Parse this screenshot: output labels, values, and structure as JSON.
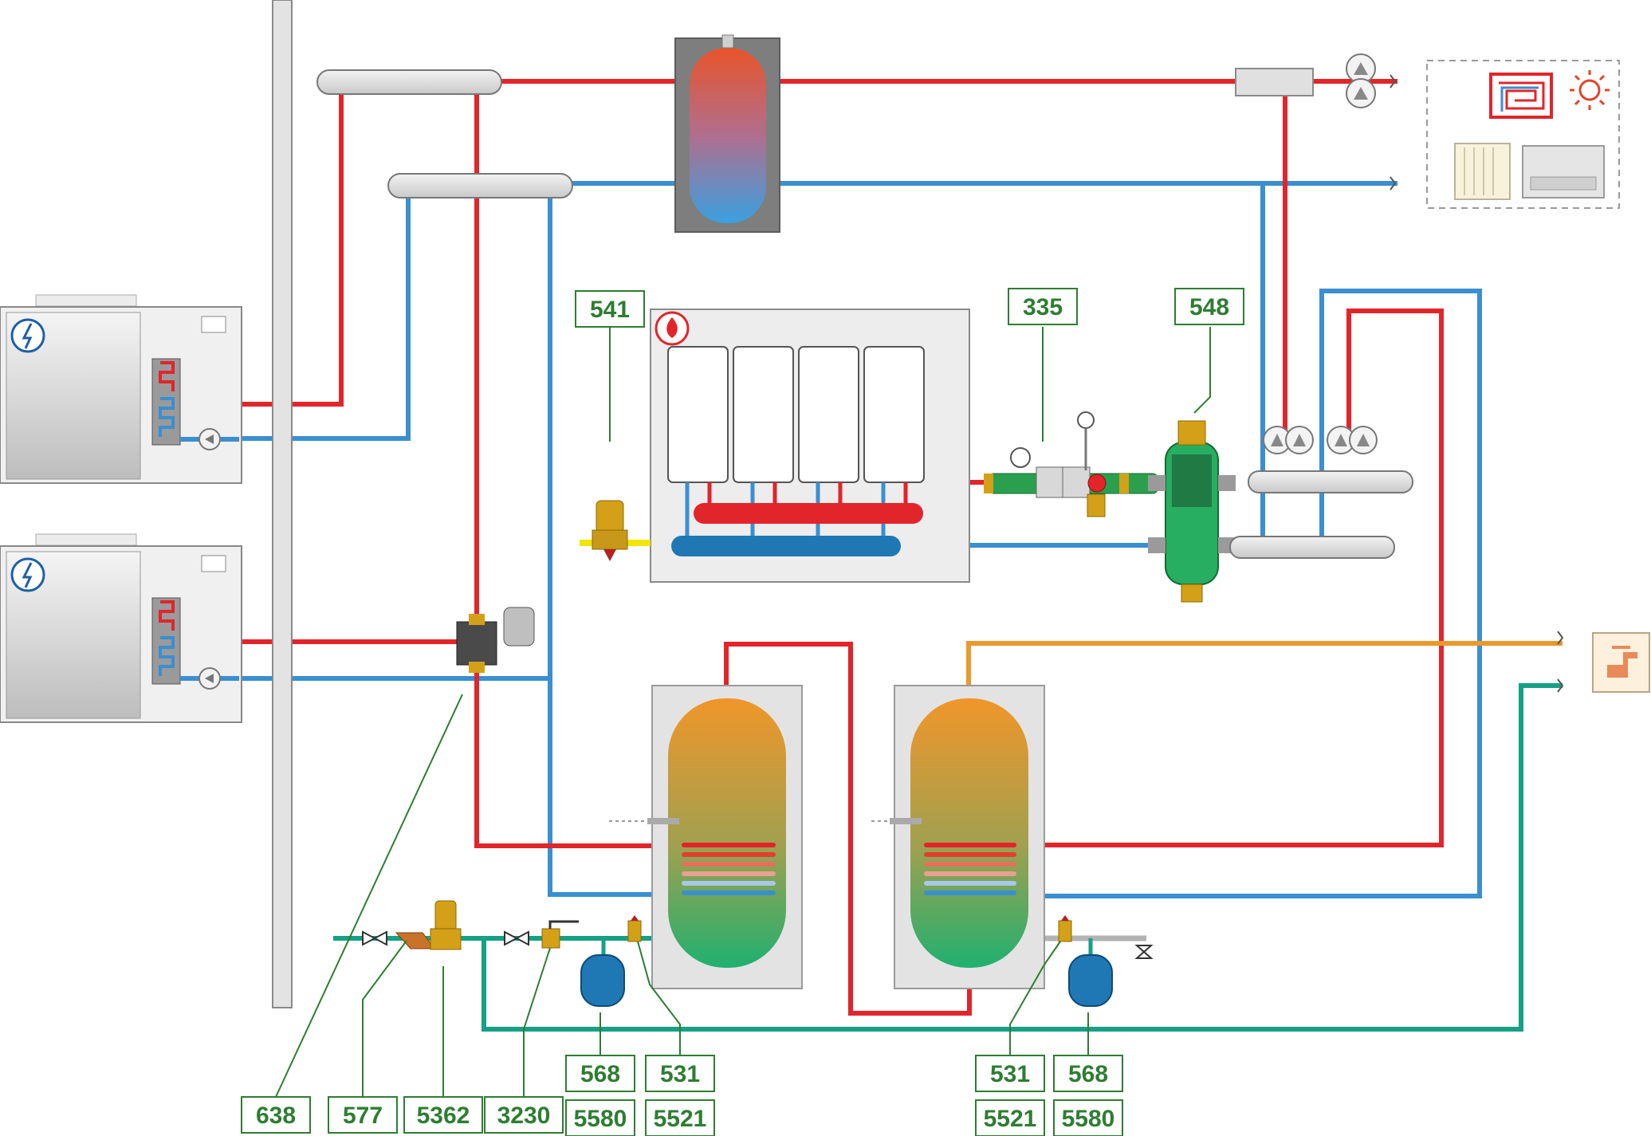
{
  "labels": {
    "valve_541": "541",
    "valve_335": "335",
    "separator_548": "548",
    "pump_group_638": "638",
    "filter_577": "577",
    "reducer_5362": "5362",
    "valve_3230": "3230",
    "exp_vessel_568_a": "568",
    "exp_vessel_5580_a": "5580",
    "safety_531_a": "531",
    "safety_5521_a": "5521",
    "safety_531_b": "531",
    "safety_5521_b": "5521",
    "exp_vessel_568_b": "568",
    "exp_vessel_5580_b": "5580"
  },
  "colors": {
    "flow": "#e1252b",
    "return": "#3a8fd0",
    "cold_water": "#16a085",
    "hot_water": "#e89a2c",
    "label_border": "#2e7d32",
    "label_text": "#2e7d32",
    "unit_casing": "#e3e3e3",
    "separator": "#27ae60",
    "brass": "#d4a017"
  },
  "icons": {
    "heat_pump_badge": "lightning-bolt-icon",
    "boiler_badge": "flame-icon",
    "dhw_outlet": "faucet-icon",
    "emitters": [
      "underfloor-heating-icon",
      "sun-icon",
      "radiator-icon",
      "fan-coil-icon"
    ]
  }
}
